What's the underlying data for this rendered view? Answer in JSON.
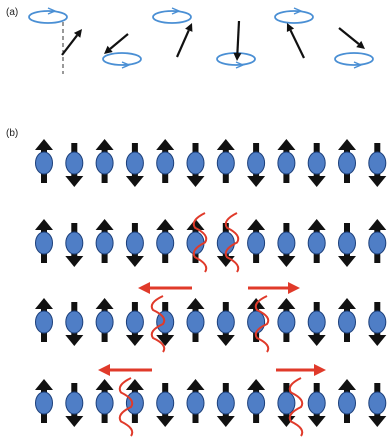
{
  "figure": {
    "panel_a_label": "(a)",
    "panel_b_label": "(b)"
  },
  "colors": {
    "orbit": "#4a8fd4",
    "spin_arrow": "#111111",
    "atom_fill": "#4f7ec6",
    "atom_stroke": "#1c3f7a",
    "wall": "#e03a2a",
    "background": "#ffffff"
  },
  "panel_a": {
    "precession_frames": 6,
    "reference_axis": "dashed-vertical"
  },
  "panel_b": {
    "rows": 4,
    "spins_per_row": 12,
    "spin_rows": [
      [
        "up",
        "down",
        "up",
        "down",
        "up",
        "down",
        "up",
        "down",
        "up",
        "down",
        "up",
        "down"
      ],
      [
        "up",
        "down",
        "up",
        "down",
        "up",
        "up",
        "down",
        "up",
        "down",
        "up",
        "down",
        "up"
      ],
      [
        "up",
        "down",
        "up",
        "down",
        "down",
        "up",
        "down",
        "up",
        "up",
        "down",
        "up",
        "down"
      ],
      [
        "up",
        "down",
        "up",
        "up",
        "down",
        "up",
        "down",
        "up",
        "down",
        "down",
        "up",
        "down"
      ]
    ],
    "propagation_arrows": [
      {
        "row": 3,
        "direction": "left"
      },
      {
        "row": 3,
        "direction": "right"
      },
      {
        "row": 4,
        "direction": "left"
      },
      {
        "row": 4,
        "direction": "right"
      }
    ]
  }
}
